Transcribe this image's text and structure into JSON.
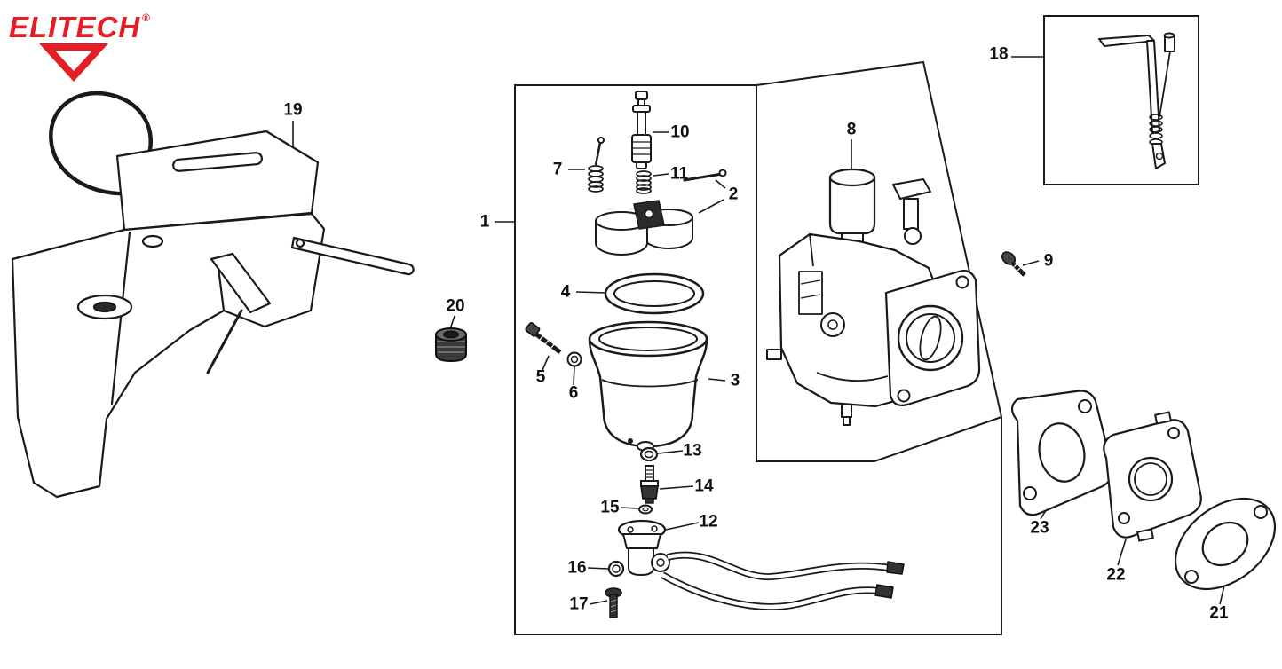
{
  "logo": {
    "brand": "ELITECH",
    "registered_mark": "®"
  },
  "colors": {
    "line": "#1a1a1a",
    "brand_red": "#e31e24",
    "background": "#ffffff"
  },
  "callouts": {
    "c1": "1",
    "c2": "2",
    "c3": "3",
    "c4": "4",
    "c5": "5",
    "c6": "6",
    "c7": "7",
    "c8": "8",
    "c9": "9",
    "c10": "10",
    "c11": "11",
    "c12": "12",
    "c13": "13",
    "c14": "14",
    "c15": "15",
    "c16": "16",
    "c17": "17",
    "c18": "18",
    "c19": "19",
    "c20": "20",
    "c21": "21",
    "c22": "22",
    "c23": "23"
  }
}
